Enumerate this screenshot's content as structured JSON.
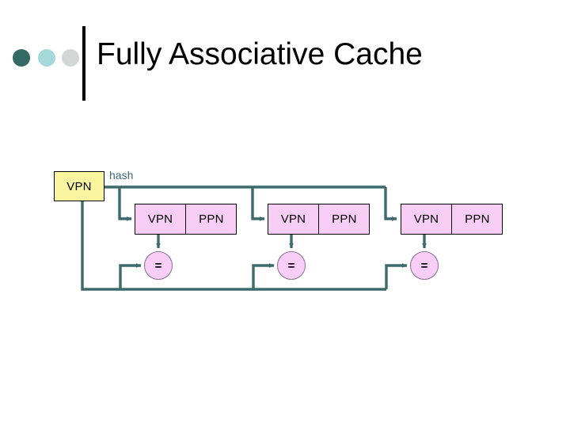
{
  "slide": {
    "title": "Fully Associative Cache",
    "decor_dots": [
      {
        "name": "dot-dark-teal",
        "color": "#336a66"
      },
      {
        "name": "dot-light-teal",
        "color": "#a5d8da"
      },
      {
        "name": "dot-gray",
        "color": "#d4d6d6"
      }
    ],
    "title_rule_color": "#000000"
  },
  "diagram": {
    "line_color": "#3d6a6c",
    "source_box": {
      "label": "VPN",
      "fill": "#fbf5a0"
    },
    "edge_labels": {
      "hash": "hash"
    },
    "entry_fill": "#f8cdf6",
    "entries": [
      {
        "vpn": "VPN",
        "ppn": "PPN",
        "comparator": "="
      },
      {
        "vpn": "VPN",
        "ppn": "PPN",
        "comparator": "="
      },
      {
        "vpn": "VPN",
        "ppn": "PPN",
        "comparator": "="
      }
    ]
  }
}
